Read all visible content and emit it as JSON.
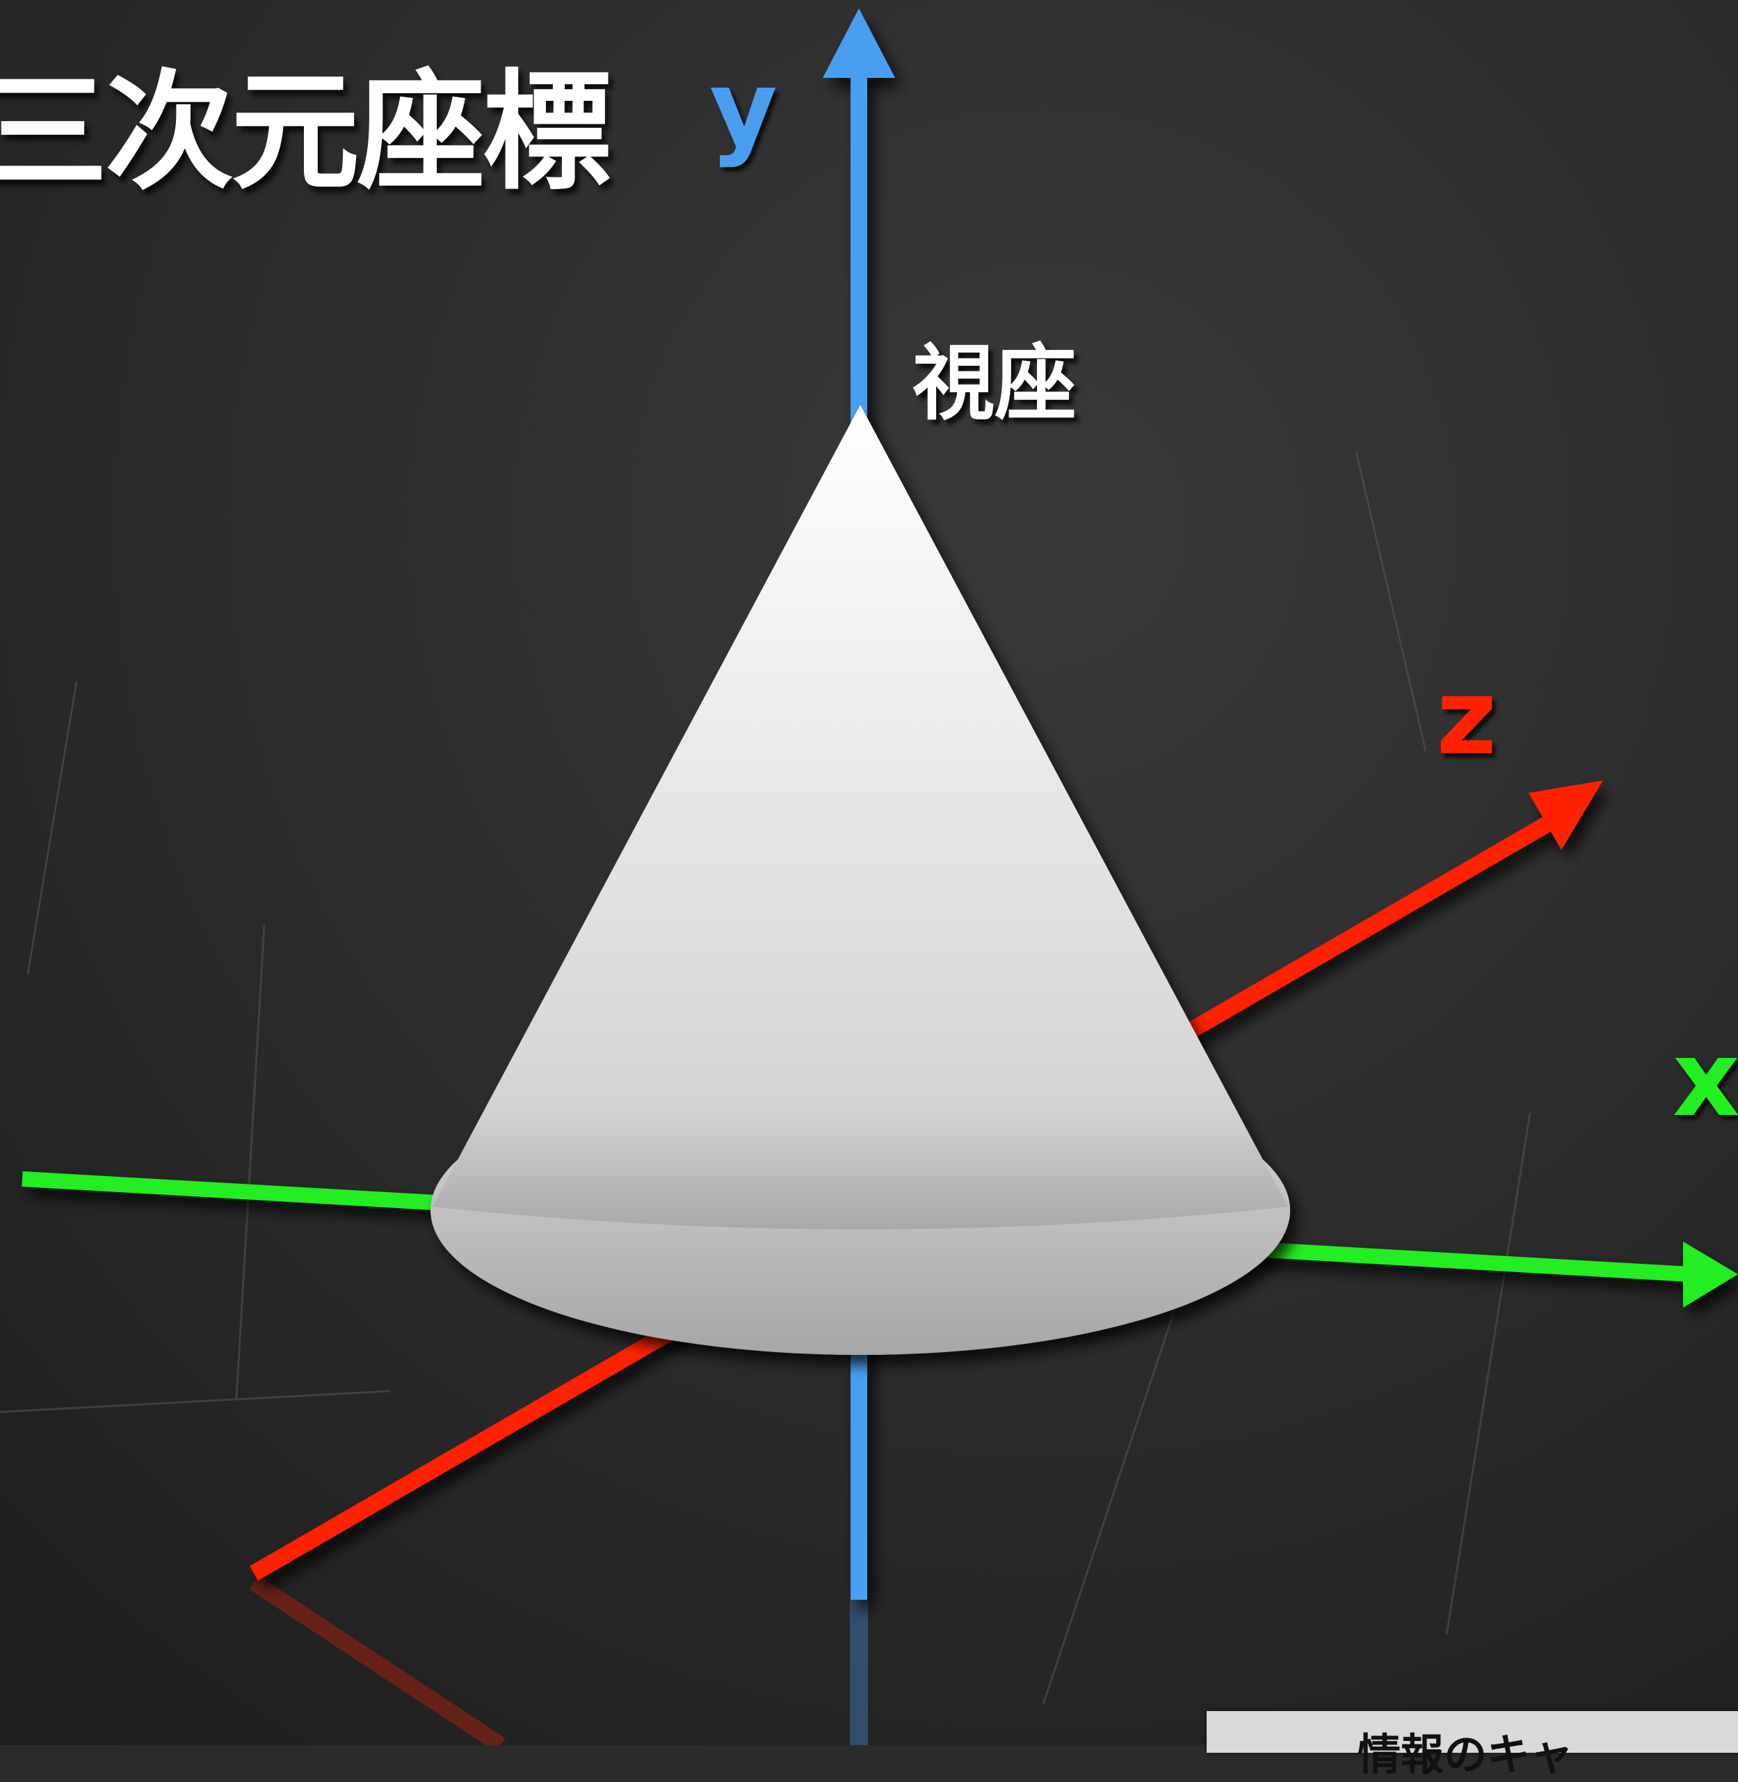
{
  "title": "三次元座標",
  "axes": {
    "x": {
      "label": "x",
      "color": "#22ee22"
    },
    "y": {
      "label": "y",
      "color": "#4a9eef"
    },
    "z": {
      "label": "z",
      "color": "#ff2200"
    }
  },
  "object": {
    "shape": "cone",
    "color": "#e6e6e6"
  },
  "annotation": "視座",
  "corner_note": "情報のキャ"
}
